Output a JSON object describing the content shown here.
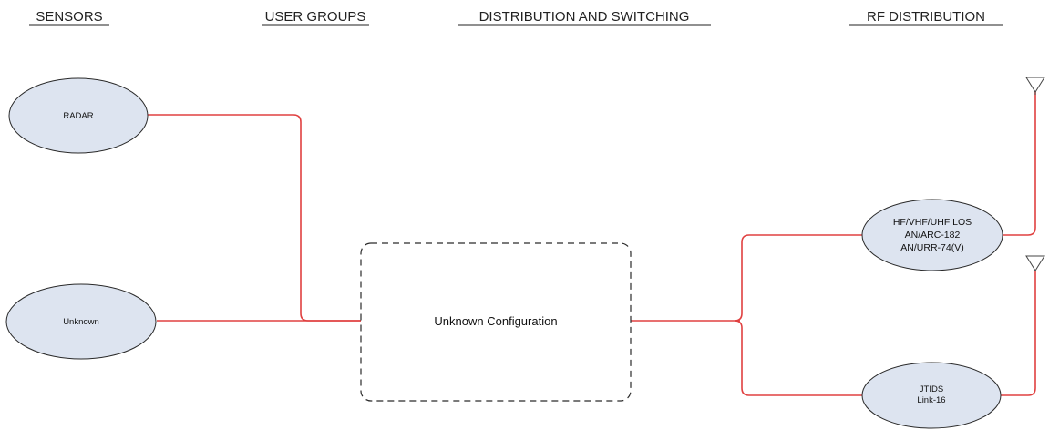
{
  "headers": {
    "sensors": "SENSORS",
    "user_groups": "USER GROUPS",
    "distribution_switching": "DISTRIBUTION AND SWITCHING",
    "rf_distribution": "RF DISTRIBUTION"
  },
  "nodes": {
    "radar": "RADAR",
    "unknown": "Unknown",
    "config": "Unknown Configuration",
    "los_line1": "HF/VHF/UHF LOS",
    "los_line2": "AN/ARC-182",
    "los_line3": "AN/URR-74(V)",
    "jtids_line1": "JTIDS",
    "jtids_line2": "Link-16"
  },
  "colors": {
    "connection": "#e04040",
    "node_fill": "#dde4f0",
    "outline": "#2a2a2a"
  }
}
